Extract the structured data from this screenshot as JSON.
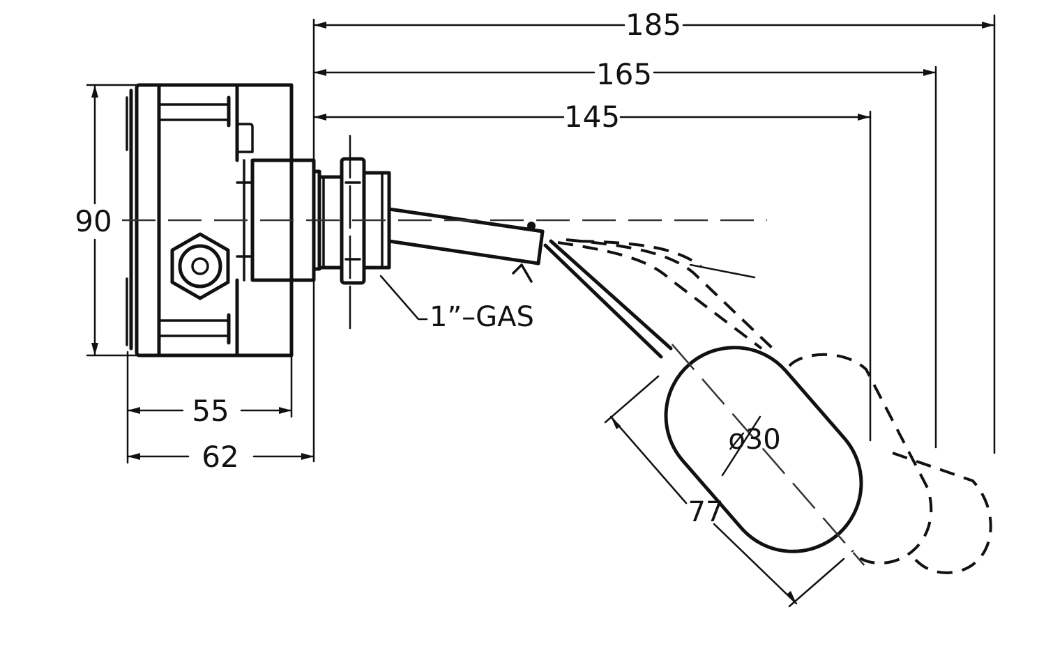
{
  "dimensions": {
    "length_1": "185",
    "length_2": "165",
    "length_3": "145",
    "height": "90",
    "depth_inner": "55",
    "depth_outer": "62",
    "thread": "1”–GAS",
    "float_diameter": "ø30",
    "float_length": "77"
  },
  "colors": {
    "line": "#111111",
    "background": "#ffffff"
  }
}
